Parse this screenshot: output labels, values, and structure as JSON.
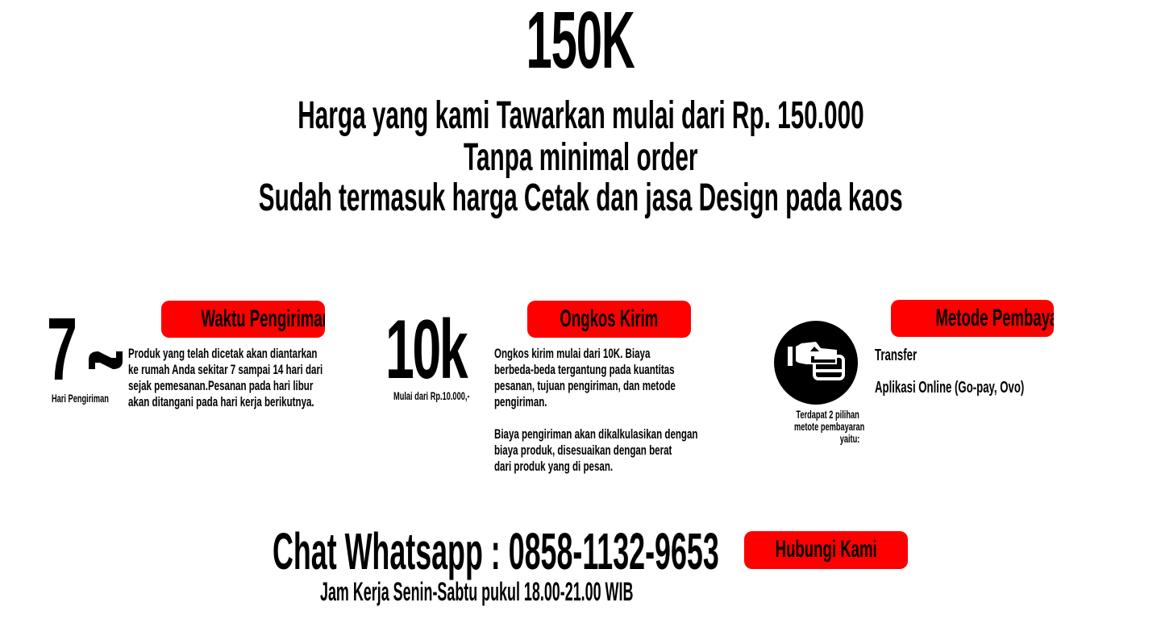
{
  "hero": {
    "price": "150K",
    "lines": [
      "Harga yang kami Tawarkan mulai dari Rp. 150.000",
      "Tanpa minimal order",
      "Sudah termasuk harga Cetak dan jasa Design pada kaos"
    ]
  },
  "shipping_time": {
    "big_number": "7",
    "tilde": "~",
    "caption": "Hari Pengiriman",
    "button_label": "Waktu Pengiriman",
    "description_lines": [
      "Produk yang telah dicetak akan diantarkan",
      "ke rumah Anda sekitar 7 sampai 14 hari dari",
      "sejak pemesanan.Pesanan pada hari libur",
      "akan ditangani pada hari kerja berikutnya."
    ]
  },
  "shipping_cost": {
    "big_number": "10k",
    "caption": "Mulai dari Rp.10.000,-",
    "button_label": "Ongkos Kirim",
    "paragraph1_lines": [
      "Ongkos kirim mulai dari 10K. Biaya",
      "berbeda-beda tergantung pada kuantitas",
      "pesanan, tujuan pengiriman, dan metode",
      "pengiriman."
    ],
    "paragraph2_lines": [
      "Biaya pengiriman akan dikalkulasikan dengan",
      "biaya produk, disesuaikan dengan berat",
      "dari produk yang di pesan."
    ]
  },
  "payment": {
    "icon": "hand-card-payment-icon",
    "caption_lines": [
      "Terdapat 2 pilihan",
      "metote pembayaran",
      "yaitu:"
    ],
    "button_label": "Metode Pembayaran",
    "options": [
      "Transfer",
      "Aplikasi Online (Go-pay, Ovo)"
    ]
  },
  "contact": {
    "whatsapp_text": "Chat Whatsapp : 0858-1132-9653",
    "button_label": "Hubungi Kami",
    "hours": "Jam Kerja Senin-Sabtu pukul 18.00-21.00 WIB"
  },
  "colors": {
    "accent_red": "#fe0000",
    "text": "#000000",
    "background": "#ffffff"
  }
}
